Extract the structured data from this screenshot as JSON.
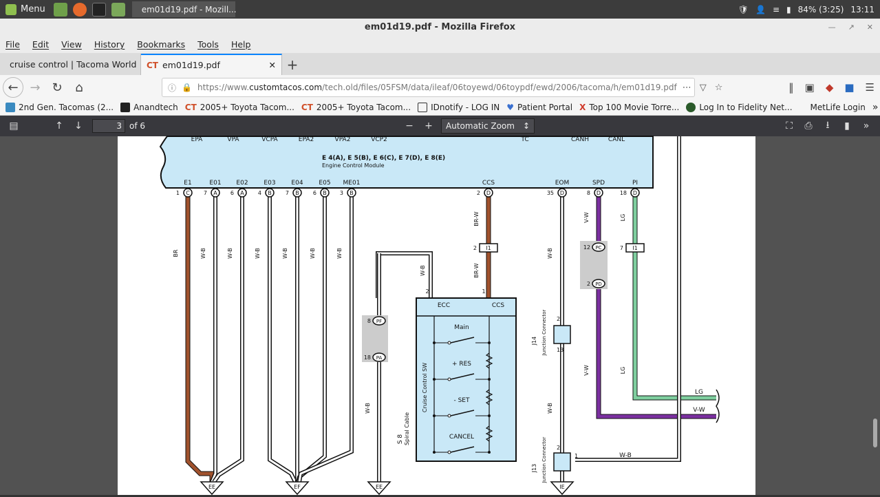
{
  "taskbar": {
    "menu_label": "Menu",
    "task_label": "em01d19.pdf - Mozill...",
    "battery": "84% (3:25)",
    "clock": "13:11"
  },
  "window": {
    "title": "em01d19.pdf - Mozilla Firefox"
  },
  "menubar": [
    "File",
    "Edit",
    "View",
    "History",
    "Bookmarks",
    "Tools",
    "Help"
  ],
  "tabs": [
    {
      "label": "cruise control | Tacoma World"
    },
    {
      "label": "em01d19.pdf"
    }
  ],
  "url": {
    "prefix": "https://www.",
    "domain": "customtacos.com",
    "path": "/tech.old/files/05FSM/data/ileaf/06toyewd/06toypdf/ewd/2006/tacoma/h/em01d19.pdf"
  },
  "bookmarks": [
    "2nd Gen. Tacomas (2...",
    "Anandtech",
    "2005+ Toyota Tacom...",
    "2005+ Toyota Tacom...",
    "IDnotify - LOG IN",
    "Patient Portal",
    "Top 100 Movie Torre...",
    "Log In to Fidelity Net...",
    "MetLife Login"
  ],
  "pdf_toolbar": {
    "page_number": "3",
    "page_count": "of 6",
    "zoom": "Automatic Zoom"
  },
  "diagram": {
    "ecm_top_pins": [
      "EPA",
      "VPA",
      "VCPA",
      "EPA2",
      "VPA2",
      "VCP2",
      "TC",
      "CANH",
      "CANL"
    ],
    "ecm_title": "E 4(A), E 5(B), E 6(C), E 7(D), E 8(E)",
    "ecm_subtitle": "Engine Control Module",
    "ecm_bottom_pins": [
      "E1",
      "E01",
      "E02",
      "E03",
      "E04",
      "E05",
      "ME01",
      "CCS",
      "EOM",
      "SPD",
      "PI"
    ],
    "pin_nums": [
      "1",
      "7",
      "6",
      "4",
      "7",
      "6",
      "3",
      "2",
      "35",
      "8",
      "18"
    ],
    "pin_letters": [
      "C",
      "A",
      "A",
      "B",
      "B",
      "B",
      "B",
      "D",
      "D",
      "D",
      "D"
    ],
    "wire_colors": [
      "BR",
      "W-B",
      "W-B",
      "W-B",
      "W-B",
      "W-B",
      "W-B",
      "BR-W",
      "W-B",
      "V-W",
      "LG"
    ],
    "connector_i1": "I1",
    "spiral_pins": [
      "PF",
      "PA"
    ],
    "spiral_nums": [
      "8",
      "18"
    ],
    "spiral_label": "Spiral Cable",
    "spiral_id": "S 8",
    "pc_pd": [
      "PC",
      "PD"
    ],
    "pc_pd_nums": [
      "12",
      "2"
    ],
    "switch_box": {
      "left": "ECC",
      "right": "CCS",
      "rows": [
        "Main",
        "+ RES",
        "- SET",
        "CANCEL"
      ],
      "side_label": "Cruise Control SW"
    },
    "jc_j14": {
      "id": "J14",
      "label": "Junction Connector",
      "top": "2",
      "bottom": "13"
    },
    "jc_j13": {
      "id": "J13",
      "label": "Junction Connector",
      "top": "2",
      "right": "1"
    },
    "grounds": [
      "EE",
      "EF",
      "EE",
      "IE"
    ],
    "right_exits": [
      "LG",
      "V-W",
      "W-B"
    ],
    "nums": [
      "2",
      "1",
      "2",
      "7",
      "2"
    ],
    "colors": {
      "ecm_fill": "#c9e8f7",
      "br": "#a0522d",
      "vw": "#7b2fa0",
      "lg": "#7fcf9f",
      "gray_box": "#cccccc"
    }
  }
}
